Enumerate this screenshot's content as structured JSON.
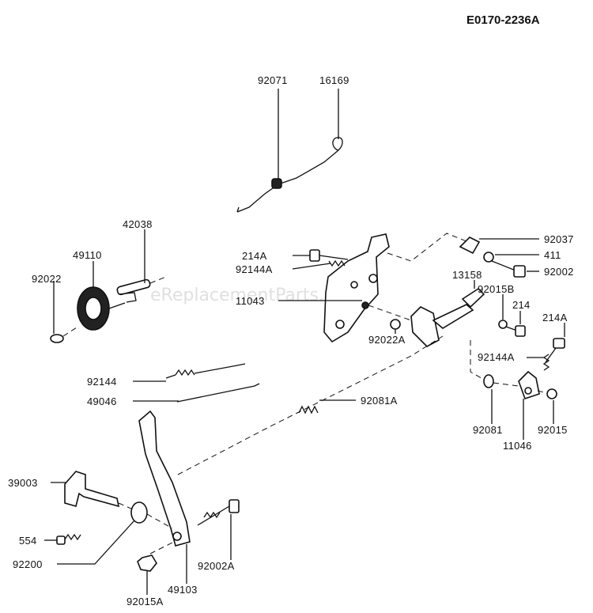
{
  "reference_code": "E0170-2236A",
  "watermark": "eReplacementParts.com",
  "part_labels": {
    "p92071": "92071",
    "p16169": "16169",
    "p42038": "42038",
    "p49110": "49110",
    "p92022": "92022",
    "p214A_top": "214A",
    "p92144A_top": "92144A",
    "p11043": "11043",
    "p92037": "92037",
    "p411": "411",
    "p92002": "92002",
    "p13158": "13158",
    "p92015B": "92015B",
    "p214": "214",
    "p214A_right": "214A",
    "p92022A": "92022A",
    "p92144A_right": "92144A",
    "p92144": "92144",
    "p49046": "49046",
    "p92081A": "92081A",
    "p92081": "92081",
    "p92015": "92015",
    "p11046": "11046",
    "p39003": "39003",
    "p554": "554",
    "p92200": "92200",
    "p92002A": "92002A",
    "p49103": "49103",
    "p92015A": "92015A"
  }
}
